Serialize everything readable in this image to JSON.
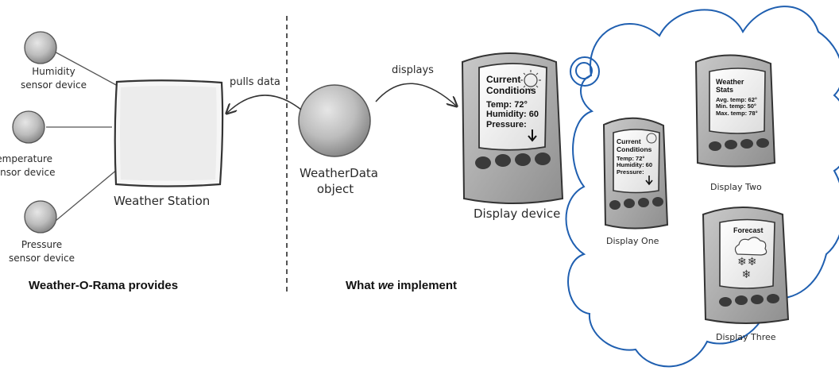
{
  "left_section": {
    "sensors": [
      {
        "label_line1": "Humidity",
        "label_line2": "sensor device"
      },
      {
        "label_line1": "Temperature",
        "label_line2": "sensor device"
      },
      {
        "label_line1": "Pressure",
        "label_line2": "sensor device"
      }
    ],
    "station_label": "Weather Station",
    "caption": "Weather-O-Rama provides"
  },
  "arrows": {
    "pulls_data": "pulls data",
    "displays": "displays"
  },
  "right_section": {
    "weatherdata_line1": "WeatherData",
    "weatherdata_line2": "object",
    "display_device_label": "Display device",
    "caption_pre": "What ",
    "caption_em": "we",
    "caption_post": " implement"
  },
  "main_device": {
    "line1": "Current",
    "line2": "Conditions",
    "temp": "Temp: 72°",
    "humidity": "Humidity: 60",
    "pressure": "Pressure:"
  },
  "displays": {
    "one": {
      "label": "Display One",
      "line1": "Current",
      "line2": "Conditions",
      "temp": "Temp: 72°",
      "humidity": "Humidity: 60",
      "pressure": "Pressure:"
    },
    "two": {
      "label": "Display Two",
      "line1": "Weather",
      "line2": "Stats",
      "avg": "Avg. temp: 62°",
      "min": "Min. temp:  50°",
      "max": "Max. temp: 78°"
    },
    "three": {
      "label": "Display Three",
      "title": "Forecast"
    }
  },
  "colors": {
    "cloud_outline": "#1f5fb0",
    "ink": "#333333",
    "device_body": "#a8a8a8",
    "screen": "#f2f2f2"
  }
}
